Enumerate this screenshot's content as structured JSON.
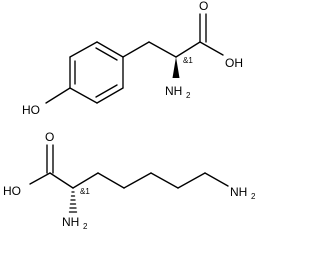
{
  "molecules": [
    {
      "labels": {
        "carbonyl_o": "O",
        "hydroxyl": "OH",
        "stereo": "&1",
        "amine_n": "NH",
        "amine_sub": "2",
        "phenol": "HO"
      }
    },
    {
      "labels": {
        "carbonyl_o": "O",
        "hydroxyl": "HO",
        "stereo": "&1",
        "alpha_n": "NH",
        "alpha_sub": "2",
        "end_n": "NH",
        "end_sub": "2"
      }
    }
  ],
  "colors": {
    "bond": "#000000",
    "text": "#000000",
    "background": "#ffffff"
  }
}
